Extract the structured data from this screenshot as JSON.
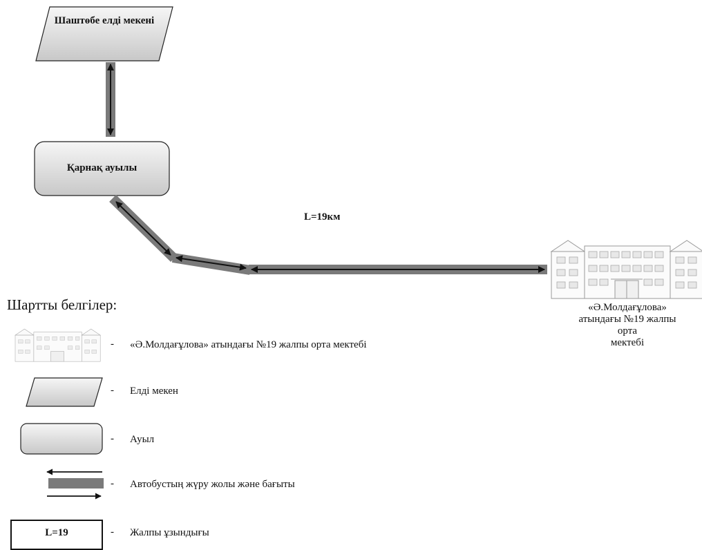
{
  "nodes": {
    "settlement_top": "Шаштөбе елді мекені",
    "village": "Қарнақ ауылы",
    "school_caption_line1": "«Ә.Молдағұлова»",
    "school_caption_line2": "атындағы №19 жалпы",
    "school_caption_line3": "орта",
    "school_caption_line4": "мектебі"
  },
  "route": {
    "length_label": "L=19км"
  },
  "legend": {
    "title": "Шартты белгілер:",
    "dash": "-",
    "items": [
      {
        "icon": "school-building-icon",
        "label": "«Ә.Молдағұлова» атындағы №19 жалпы орта мектебі"
      },
      {
        "icon": "parallelogram-icon",
        "label": "Елді мекен"
      },
      {
        "icon": "rounded-rect-icon",
        "label": "Ауыл"
      },
      {
        "icon": "bus-route-icon",
        "label": "Автобустың жүру жолы және бағыты"
      },
      {
        "icon": "length-box",
        "label": "Жалпы ұзындығы",
        "box_text": "L=19"
      }
    ]
  },
  "colors": {
    "road": "#7a7a7a",
    "arrow": "#111111",
    "node_fill_light": "#f4f4f4",
    "node_fill_dark": "#cfcfcf"
  }
}
